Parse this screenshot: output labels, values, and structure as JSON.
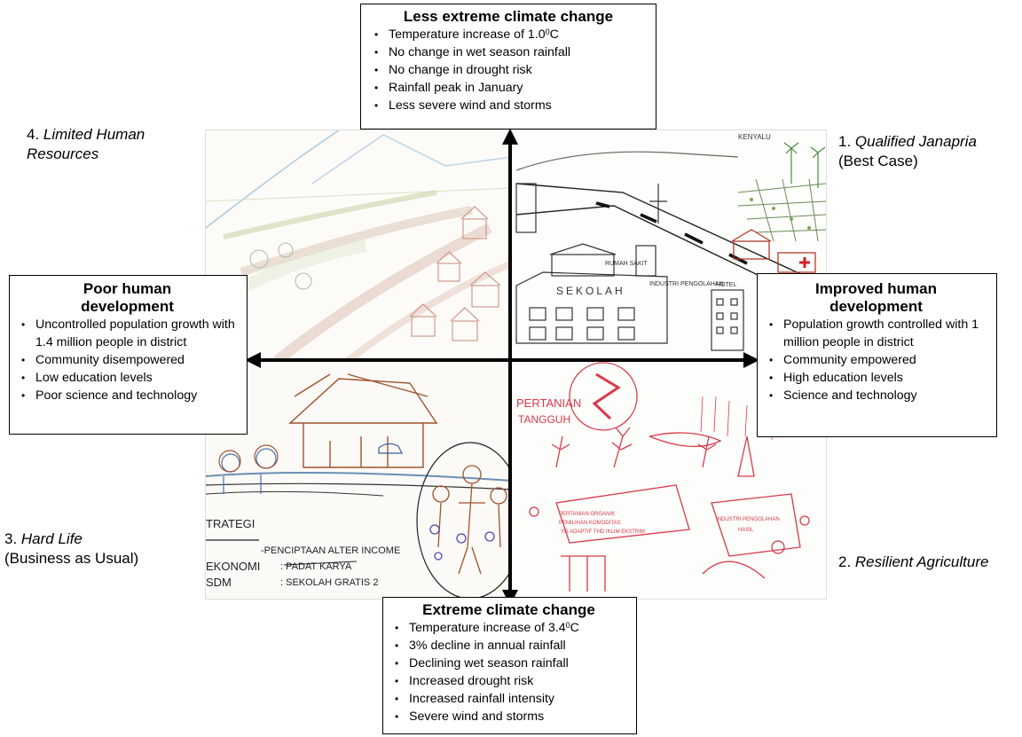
{
  "axes": {
    "top": {
      "title": "Less extreme climate change",
      "items": [
        {
          "text": "Temperature increase of 1.0",
          "sup": "0",
          "tail": "C"
        },
        {
          "text": "No change in wet season rainfall"
        },
        {
          "text": "No change in drought risk"
        },
        {
          "text": "Rainfall peak in January"
        },
        {
          "text": "Less severe wind and storms"
        }
      ]
    },
    "left": {
      "title_line1": "Poor human",
      "title_line2": "development",
      "items": [
        {
          "text": "Uncontrolled population growth with 1.4 million people in district"
        },
        {
          "text": "Community disempowered"
        },
        {
          "text": "Low education levels"
        },
        {
          "text": "Poor science and technology"
        }
      ]
    },
    "right": {
      "title_line1": "Improved human",
      "title_line2": "development",
      "items": [
        {
          "text": "Population growth controlled with 1 million people in district"
        },
        {
          "text": "Community empowered"
        },
        {
          "text": "High education levels"
        },
        {
          "text": "Science and technology"
        }
      ]
    },
    "bottom": {
      "title": "Extreme climate change",
      "items": [
        {
          "text": "Temperature increase of 3.4",
          "sup": "0",
          "tail": "C"
        },
        {
          "text": "3% decline in annual rainfall"
        },
        {
          "text": "Declining wet season rainfall"
        },
        {
          "text": "Increased drought risk"
        },
        {
          "text": "Increased rainfall intensity"
        },
        {
          "text": "Severe wind and storms"
        }
      ]
    }
  },
  "scenarios": {
    "s1": {
      "num": "1. ",
      "name": "Qualified Janapria",
      "sub": "(Best Case)"
    },
    "s2": {
      "num": "2. ",
      "name": "Resilient Agriculture"
    },
    "s3": {
      "num": "3. ",
      "name": "Hard Life",
      "sub": "(Business as Usual)"
    },
    "s4": {
      "num": "4. ",
      "name": "Limited Human",
      "name2": "Resources"
    }
  },
  "sketch_text": {
    "q3": {
      "strategi": "TRATEGI",
      "row1_right": "-PENCIPTAAN ALTER INCOME",
      "row2_left": "EKONOMI",
      "row2_right": ": PADAT KARYA",
      "row3_left": "SDM",
      "row3_right": ": SEKOLAH GRATIS 2"
    },
    "q1": {
      "sekolah": "SEKOLAH",
      "hotel": "HOTEL",
      "kenyalu": "KENYALU",
      "sub1": "INDUSTRI PENGOLAHAN",
      "sub2": "RUMAH SAKIT"
    },
    "q2": {
      "pertanian": "PERTANIAN",
      "tangguh": "TANGGUH",
      "organik": "PERTANIAN ORGANIK",
      "tbl": "PEMILIHAN KOMODITAS",
      "adaptasi": "YG ADAPTIF THD IKLIM EKSTRIM",
      "industri": "INDUSTRI PENGOLAHAN",
      "hasil": "HASIL"
    }
  },
  "colors": {
    "axis": "#000000",
    "sketch_red": "#d83a4a",
    "sketch_brown": "#a0522d",
    "sketch_blue": "#4a6fb5",
    "sketch_green": "#6a9a3a"
  }
}
